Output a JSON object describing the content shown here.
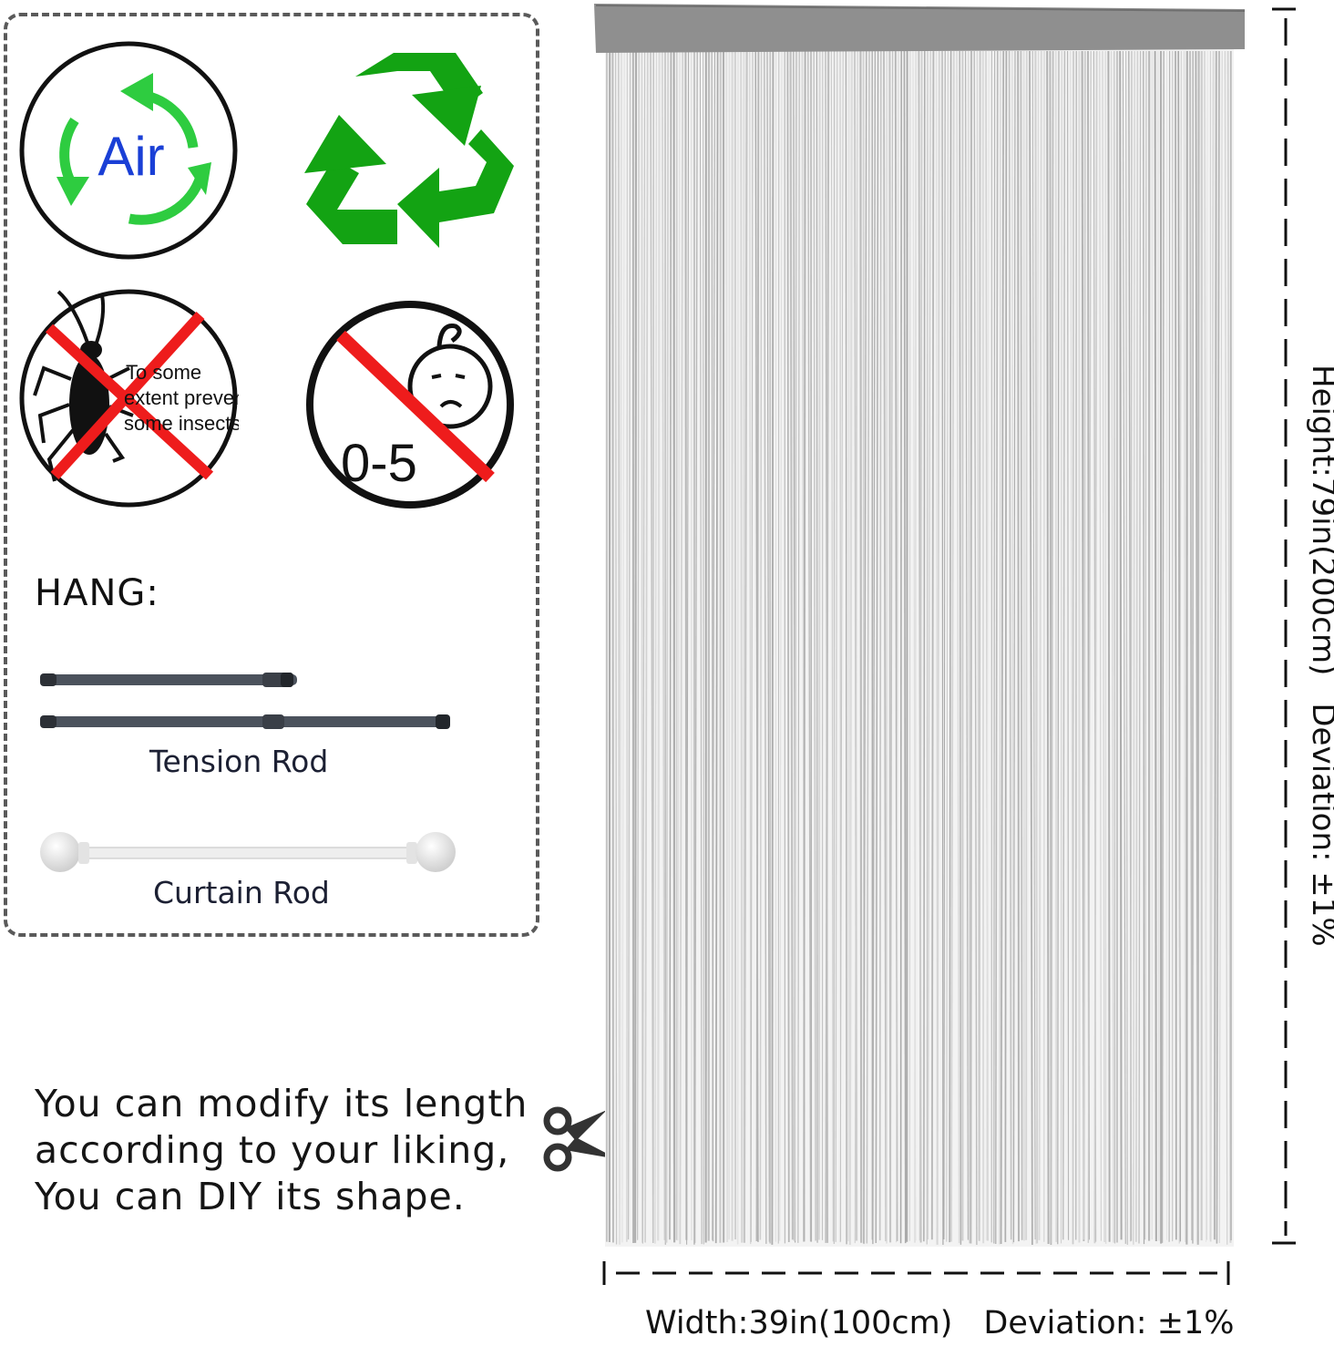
{
  "features": {
    "air_label": "Air",
    "insect_lines": [
      "To some",
      "extent prevent",
      "some insects"
    ],
    "age_label": "0-5"
  },
  "hang": {
    "title": "HANG:",
    "tension_rod_label": "Tension Rod",
    "curtain_rod_label": "Curtain Rod"
  },
  "diy": {
    "line1": "You can modify its length",
    "line2": "according to your liking,",
    "line3": "You can DIY its shape."
  },
  "dimensions": {
    "height": "Height:79in(200cm)",
    "height_deviation": "Deviation: ±1%",
    "width": "Width:39in(100cm)",
    "width_deviation": "Deviation: ±1%"
  },
  "colors": {
    "green": "#17b317",
    "recycle_green": "#13a313",
    "air_blue": "#1a3fd6",
    "cross_red": "#ee1c1c",
    "curtain_gray": "#c9c9c9",
    "header_gray": "#8f8f8f"
  },
  "icons": [
    "air-circulation-icon",
    "recycle-icon",
    "no-insects-icon",
    "not-for-children-icon",
    "tension-rod-icon",
    "curtain-rod-icon",
    "scissors-icon"
  ]
}
